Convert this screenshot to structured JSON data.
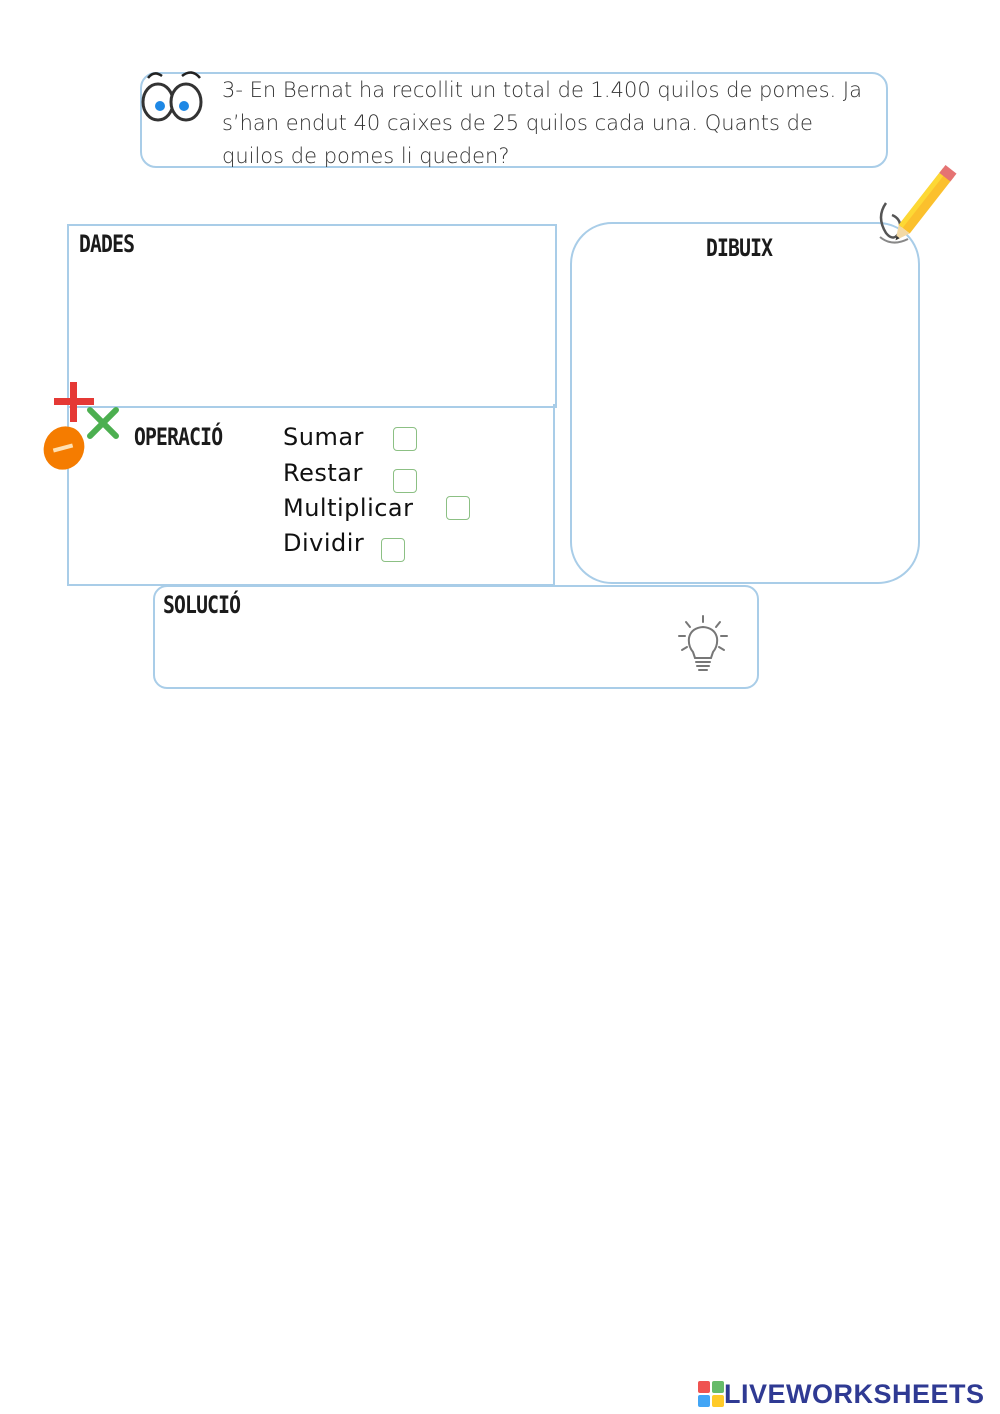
{
  "question": {
    "text": "3- En Bernat ha recollit un total de 1.400 quilos de pomes. Ja s’han endut 40 caixes de 25 quilos cada una. Quants de quilos de pomes li queden?"
  },
  "sections": {
    "dades": "DADES",
    "dibuix": "DIBUIX",
    "operacio": "OPERACIÓ",
    "solucio": "SOLUCIÓ"
  },
  "operations": [
    {
      "label": "Sumar"
    },
    {
      "label": "Restar"
    },
    {
      "label": "Multiplicar"
    },
    {
      "label": "Dividir"
    }
  ],
  "icons": {
    "eyes": "eyes-icon",
    "pencil": "pencil-icon",
    "math": "math-operations-icon",
    "bulb": "lightbulb-icon"
  },
  "colors": {
    "border": "#a9cde8",
    "checkbox": "#8cc084",
    "plus": "#e53935",
    "times": "#4caf50",
    "minus": "#f57c00",
    "logo": "#2f3a93"
  },
  "footer": {
    "logo_mark": "LIVE",
    "logo_text": "LIVEWORKSHEETS"
  }
}
